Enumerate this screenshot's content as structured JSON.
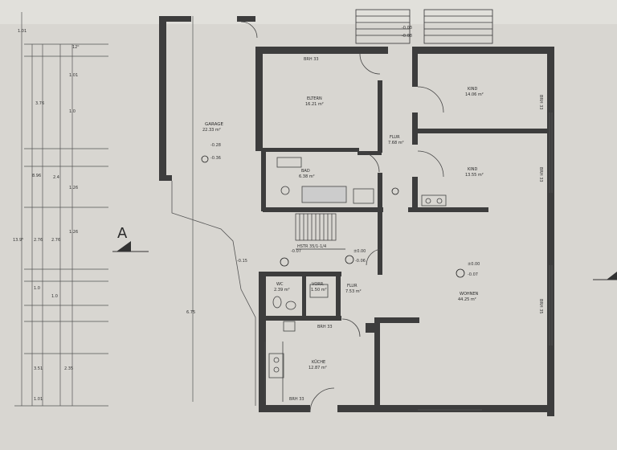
{
  "title": "",
  "section_marker": "A",
  "rooms": [
    {
      "name": "ELTERN",
      "area": "16.21 m²"
    },
    {
      "name": "KIND",
      "area": "14.06 m²"
    },
    {
      "name": "KIND",
      "area": "13.55 m²"
    },
    {
      "name": "FLUR",
      "area": "7.68 m²"
    },
    {
      "name": "BAD",
      "area": "6.38 m²"
    },
    {
      "name": "GARAGE",
      "area": "22.33 m²"
    },
    {
      "name": "WOHNEN",
      "area": "44.25 m²"
    },
    {
      "name": "KÜCHE",
      "area": "12.87 m²"
    },
    {
      "name": "FLUR",
      "area": "7.53 m²"
    },
    {
      "name": "WC",
      "area": "2.39 m²"
    },
    {
      "name": "VORR.",
      "area": "1.50 m²"
    }
  ],
  "elevations": [
    "-0.28",
    "-0.36",
    "-0.03",
    "-0.08",
    "-0.07",
    "-0.06",
    "±0.00",
    "-0.07",
    "±0.00",
    "-0.15"
  ],
  "wall_notes": [
    "BRH 33",
    "BRH 33",
    "BRH 33",
    "BRH 35",
    "BRH 33",
    "BRH 33"
  ],
  "left_dims": [
    "1.01",
    "12⁰",
    "1.01",
    "3.76",
    "1.0",
    "8.96",
    "2.4",
    "1.26",
    "2.76",
    "2.76",
    "1.26",
    "1.0",
    "1.0",
    "3.51",
    "2.35",
    "1.01",
    "13.9⁵",
    "6.75"
  ],
  "stair_note": "HSTR 35/1-1/4"
}
